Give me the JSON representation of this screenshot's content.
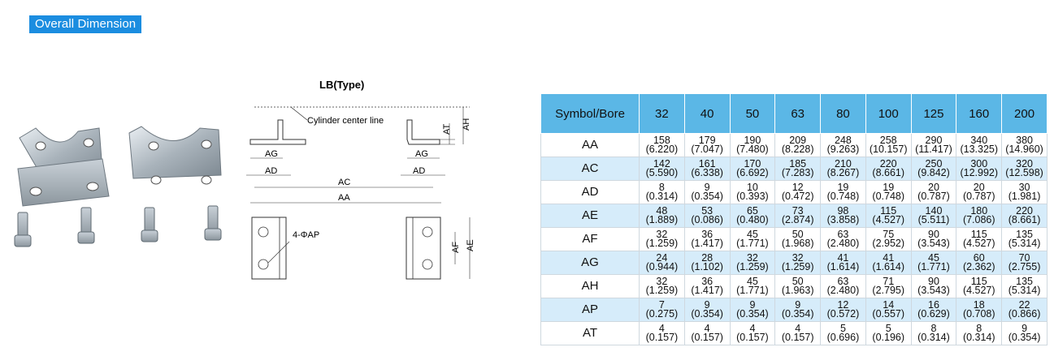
{
  "section_title": "Overall Dimension",
  "diagram": {
    "title": "LB(Type)",
    "center_line_label": "Cylinder center line",
    "hole_label": "4-ΦAP",
    "labels": {
      "ag_left": "AG",
      "ag_right": "AG",
      "ad_left": "AD",
      "ad_right": "AD",
      "ac": "AC",
      "aa": "AA",
      "at": "AT",
      "ah": "AH",
      "af": "AF",
      "ae": "AE"
    }
  },
  "table": {
    "header_symbol": "Symbol/Bore",
    "bores": [
      "32",
      "40",
      "50",
      "63",
      "80",
      "100",
      "125",
      "160",
      "200"
    ],
    "rows": [
      {
        "symbol": "AA",
        "values": [
          "158\n(6.220)",
          "179\n(7.047)",
          "190\n(7.480)",
          "209\n(8.228)",
          "248\n(9.263)",
          "258\n(10.157)",
          "290\n(11.417)",
          "340\n(13.325)",
          "380\n(14.960)"
        ]
      },
      {
        "symbol": "AC",
        "values": [
          "142\n(5.590)",
          "161\n(6.338)",
          "170\n(6.692)",
          "185\n(7.283)",
          "210\n(8.267)",
          "220\n(8.661)",
          "250\n(9.842)",
          "300\n(12.992)",
          "320\n(12.598)"
        ]
      },
      {
        "symbol": "AD",
        "values": [
          "8\n(0.314)",
          "9\n(0.354)",
          "10\n(0.393)",
          "12\n(0.472)",
          "19\n(0.748)",
          "19\n(0.748)",
          "20\n(0.787)",
          "20\n(0.787)",
          "30\n(1.981)"
        ]
      },
      {
        "symbol": "AE",
        "values": [
          "48\n(1.889)",
          "53\n(0.086)",
          "65\n(0.480)",
          "73\n(2.874)",
          "98\n(3.858)",
          "115\n(4.527)",
          "140\n(5.511)",
          "180\n(7.086)",
          "220\n(8.661)"
        ]
      },
      {
        "symbol": "AF",
        "values": [
          "32\n(1.259)",
          "36\n(1.417)",
          "45\n(1.771)",
          "50\n(1.968)",
          "63\n(2.480)",
          "75\n(2.952)",
          "90\n(3.543)",
          "115\n(4.527)",
          "135\n(5.314)"
        ]
      },
      {
        "symbol": "AG",
        "values": [
          "24\n(0.944)",
          "28\n(1.102)",
          "32\n(1.259)",
          "32\n(1.259)",
          "41\n(1.614)",
          "41\n(1.614)",
          "45\n(1.771)",
          "60\n(2.362)",
          "70\n(2.755)"
        ]
      },
      {
        "symbol": "AH",
        "values": [
          "32\n(1.259)",
          "36\n(1.417)",
          "45\n(1.771)",
          "50\n(1.963)",
          "63\n(2.480)",
          "71\n(2.795)",
          "90\n(3.543)",
          "115\n(4.527)",
          "135\n(5.314)"
        ]
      },
      {
        "symbol": "AP",
        "values": [
          "7\n(0.275)",
          "9\n(0.354)",
          "9\n(0.354)",
          "9\n(0.354)",
          "12\n(0.572)",
          "14\n(0.557)",
          "16\n(0.629)",
          "18\n(0.708)",
          "22\n(0.866)"
        ]
      },
      {
        "symbol": "AT",
        "values": [
          "4\n(0.157)",
          "4\n(0.157)",
          "4\n(0.157)",
          "4\n(0.157)",
          "5\n(0.696)",
          "5\n(0.196)",
          "8\n(0.314)",
          "8\n(0.314)",
          "9\n(0.354)"
        ]
      }
    ]
  },
  "colors": {
    "header_tag_bg": "#1b8de0",
    "table_header_bg": "#5bb7e6",
    "table_alt_row_bg": "#d6ecfa"
  }
}
